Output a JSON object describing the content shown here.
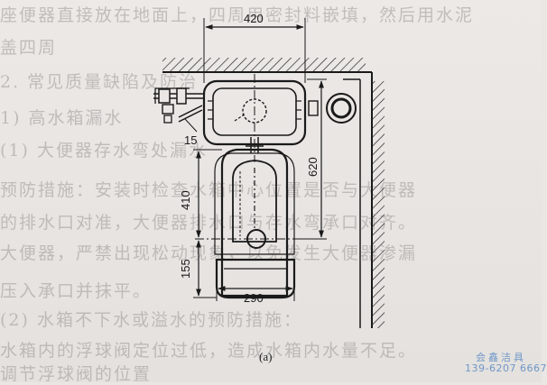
{
  "background_text": [
    "座便器直接放在地面上，四周用密封料嵌填，然后用水泥",
    "盖四周",
    "2. 常见质量缺陷及防治",
    "1) 高水箱漏水",
    "(1) 大便器存水弯处漏水",
    "预防措施：安装时检查水箱中心位置是否与大便器",
    "的排水口对准，大便器排水口与存水弯承口对齐。",
    "大便器，严禁出现松动现象，以免发生大便器渗漏",
    "压入承口并抹平。",
    "(2) 水箱不下水或溢水的预防措施：",
    "水箱内的浮球阀定位过低，造成水箱内水量不足。",
    "调节浮球阀的位置"
  ],
  "dimensions": {
    "width_top": "420",
    "depth_total": "620",
    "bowl_length": "410",
    "outlet_offset": "155",
    "width_bottom": "290",
    "part_number": "15"
  },
  "caption": "(a)",
  "watermark": {
    "line1": "会鑫洁具",
    "line2": "139-6207 6667"
  },
  "colors": {
    "ink": "#1a1a1a",
    "paper": "#e9e6e3",
    "watermark": "#6f96c8"
  }
}
